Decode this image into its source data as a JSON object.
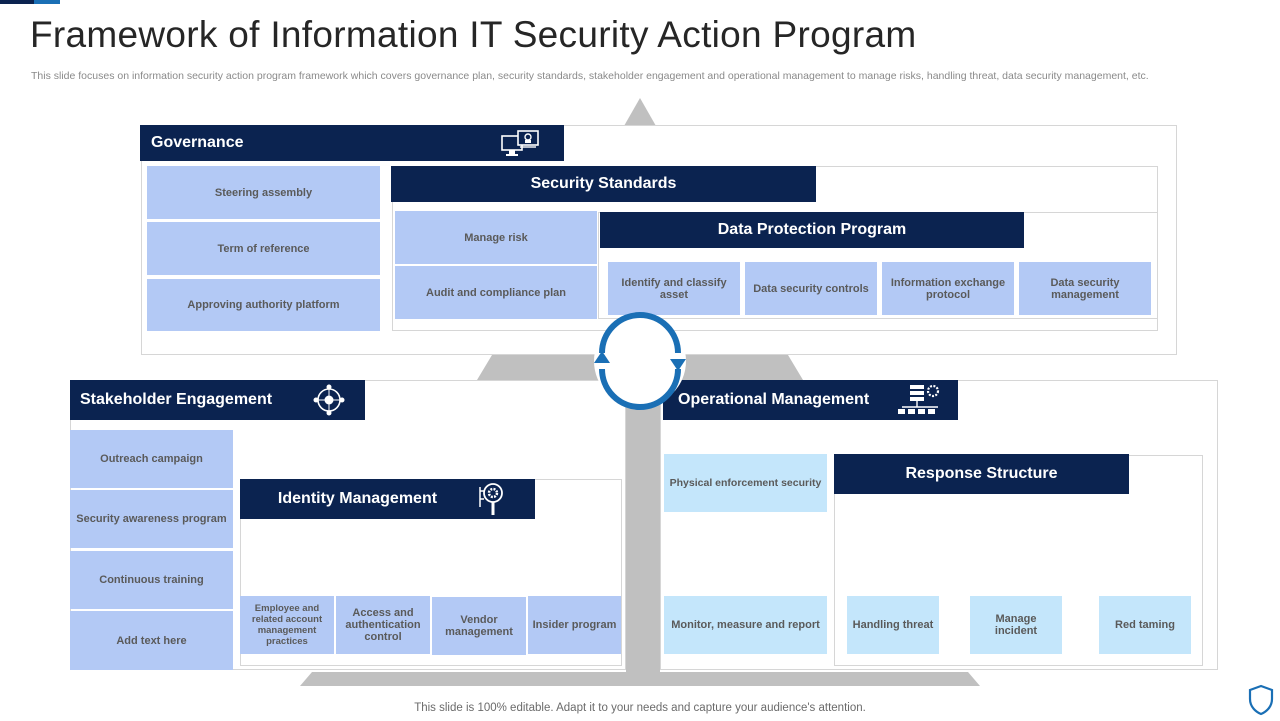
{
  "title": "Framework of Information IT Security Action Program",
  "subtitle": "This slide focuses on information security action program framework which covers governance plan, security standards, stakeholder engagement and operational management to manage risks, handling threat, data security management, etc.",
  "footer": "This slide is 100% editable. Adapt it to your needs and capture your audience's attention.",
  "governance": {
    "label": "Governance",
    "items": [
      "Steering assembly",
      "Term of reference",
      "Approving authority platform"
    ]
  },
  "security_standards": {
    "label": "Security Standards",
    "items": [
      "Manage risk",
      "Audit and compliance plan"
    ]
  },
  "data_protection": {
    "label": "Data Protection Program",
    "items": [
      "Identify and classify asset",
      "Data security controls",
      "Information exchange protocol",
      "Data security management"
    ]
  },
  "stakeholder": {
    "label": "Stakeholder Engagement",
    "items": [
      "Outreach campaign",
      "Security awareness program",
      "Continuous training",
      "Add text here"
    ]
  },
  "identity": {
    "label": "Identity Management",
    "items": [
      "Employee and related account management practices",
      "Access and authentication control",
      "Vendor management",
      "Insider program"
    ]
  },
  "operational": {
    "label": "Operational Management",
    "items": [
      "Physical enforcement security",
      "Monitor, measure and report"
    ]
  },
  "response": {
    "label": "Response Structure",
    "items": [
      "Handling threat",
      "Manage incident",
      "Red taming"
    ]
  },
  "colors": {
    "navy": "#0b2350",
    "tile_blue": "#b3c9f5",
    "tile_light": "#c4e6fb",
    "cycle": "#1a6fb5",
    "gray": "#c0c0c0"
  },
  "icons": [
    "computer-security-icon",
    "target-crosshair-icon",
    "network-settings-icon",
    "search-gear-icon",
    "cycle-arrows-icon",
    "shield-icon"
  ]
}
